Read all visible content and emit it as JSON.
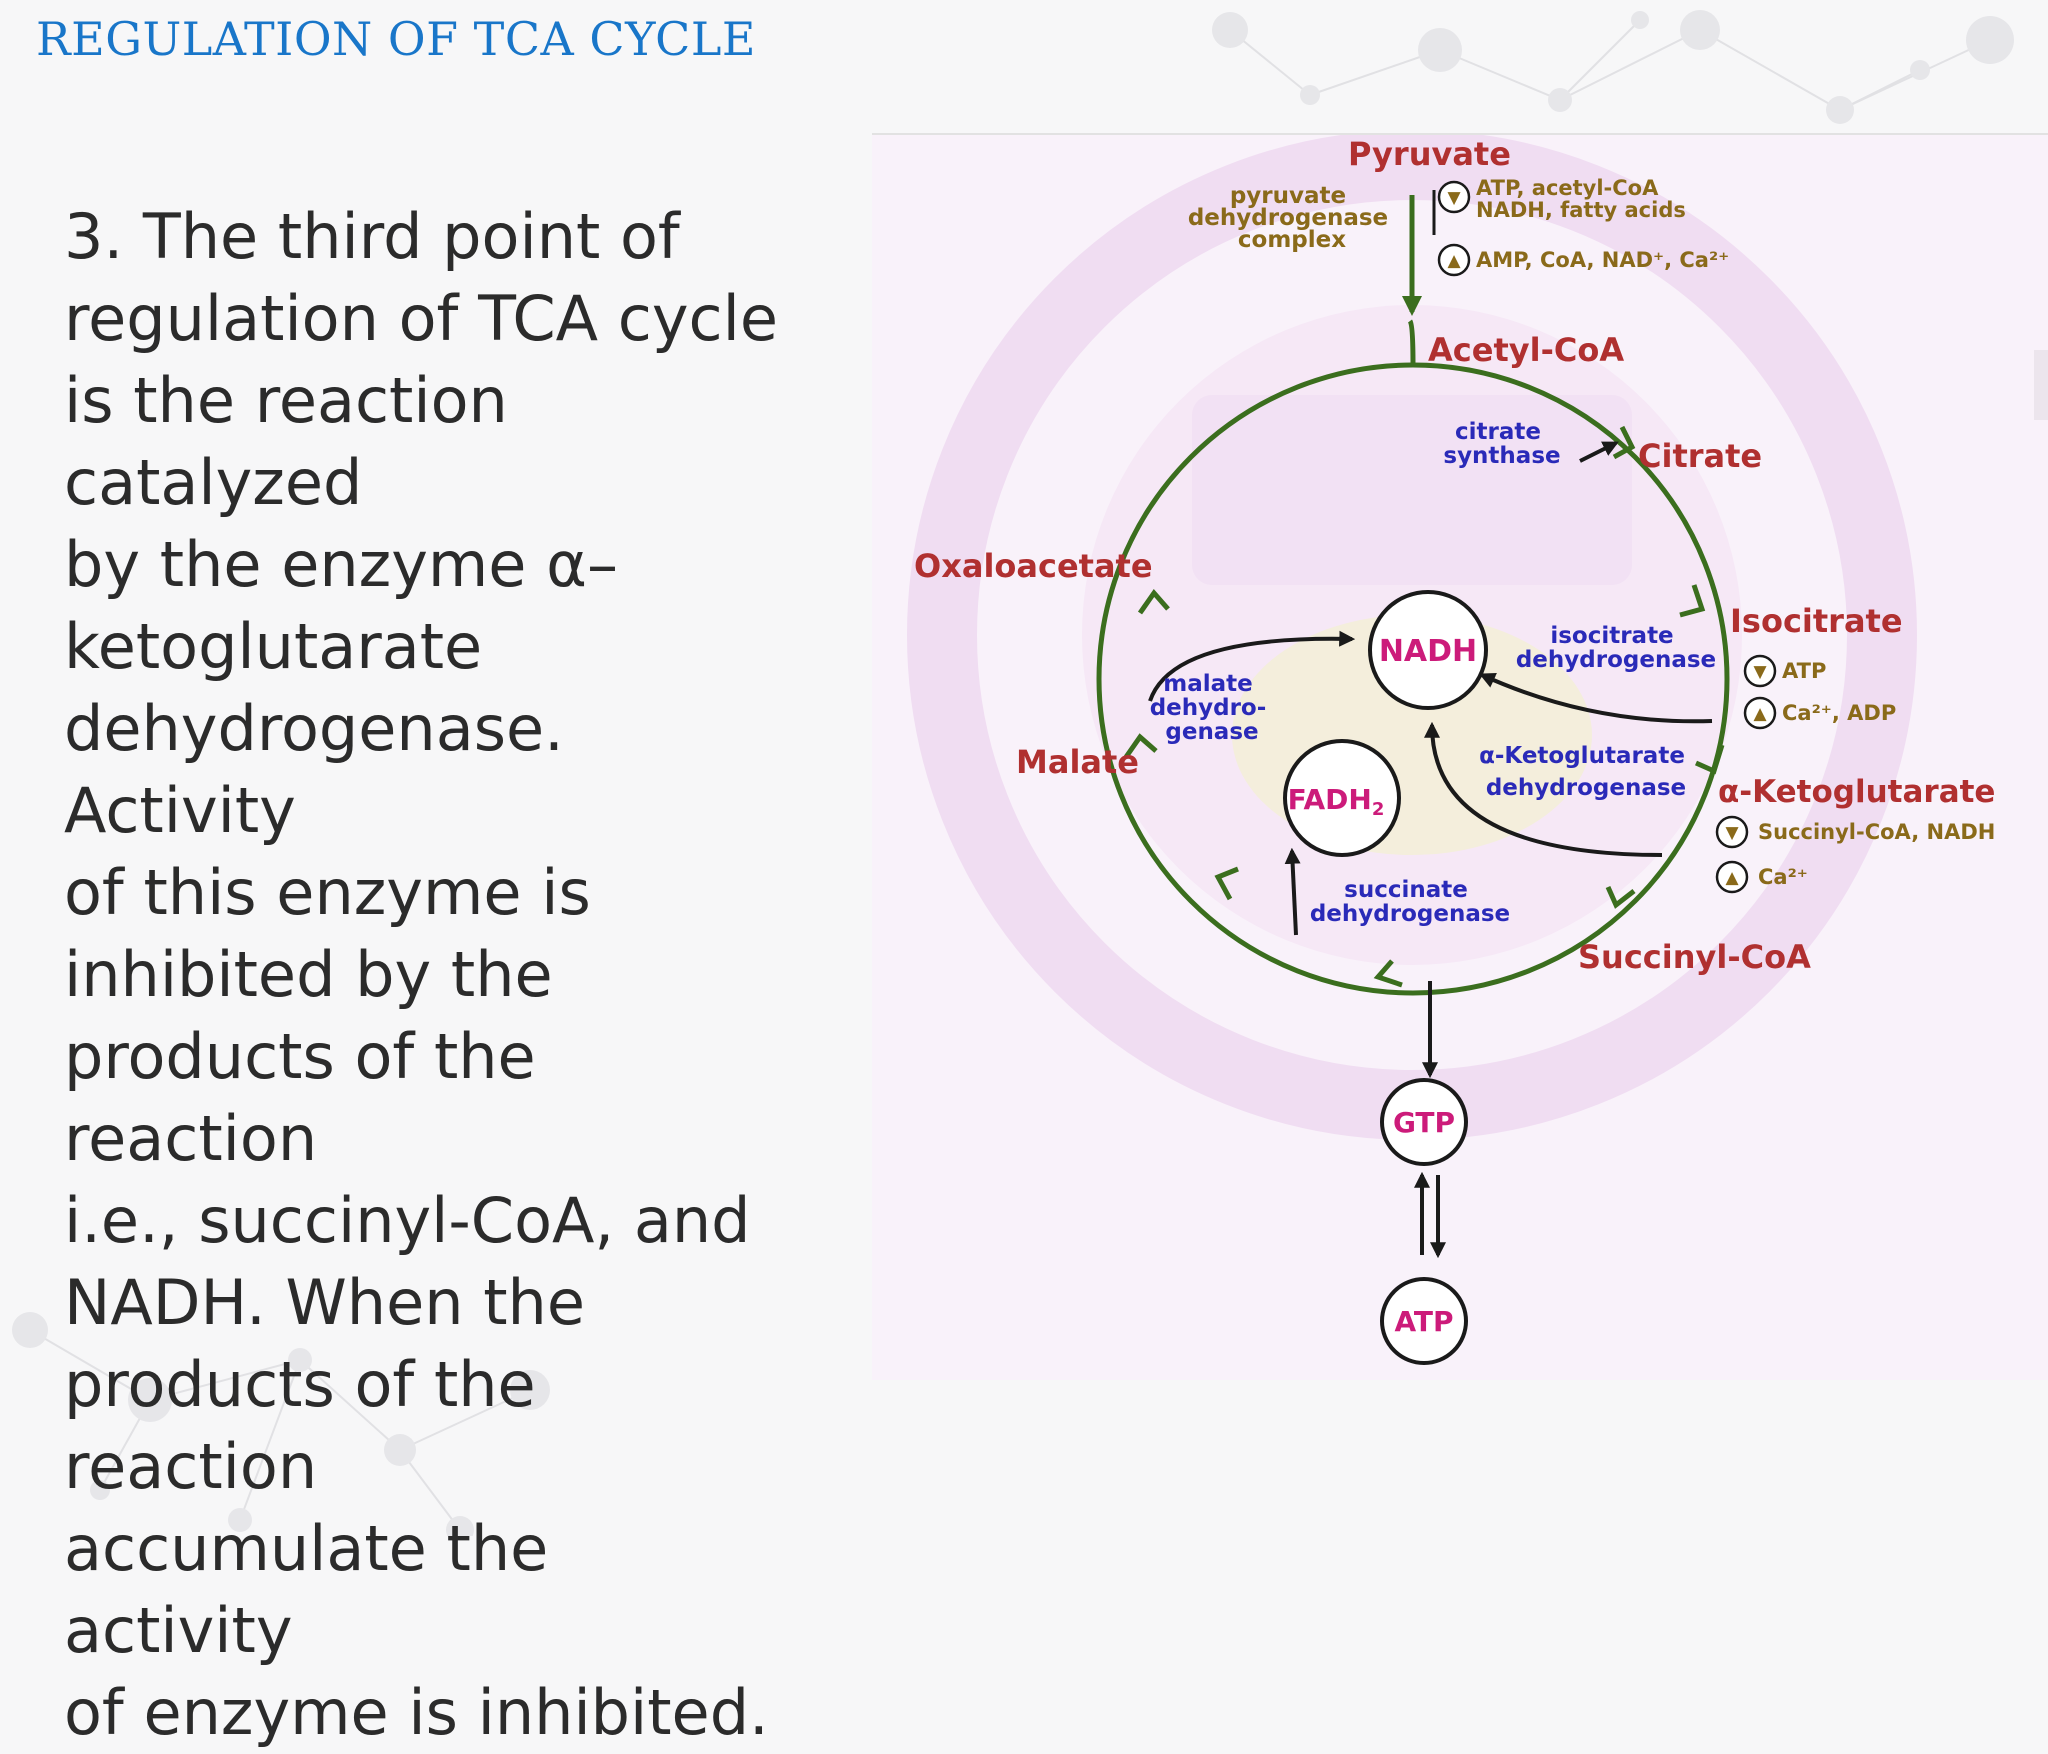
{
  "slide": {
    "title": "REGULATION OF TCA CYCLE",
    "body_lines": [
      "3. The third point of",
      "regulation of TCA cycle",
      "is the reaction catalyzed",
      "by the enzyme α–",
      "ketoglutarate",
      "dehydrogenase. Activity",
      "of this enzyme is",
      "inhibited by the",
      "products of the reaction",
      "i.e., succinyl-CoA, and",
      "NADH. When the",
      "products of the reaction",
      "accumulate the activity",
      "of enzyme is inhibited."
    ]
  },
  "diagram": {
    "metabolites": {
      "pyruvate": "Pyruvate",
      "acetyl_coa": "Acetyl-CoA",
      "citrate": "Citrate",
      "isocitrate": "Isocitrate",
      "alpha_ketoglutarate": "α-Ketoglutarate",
      "succinyl_coa": "Succinyl-CoA",
      "malate": "Malate",
      "oxaloacetate": "Oxaloacetate"
    },
    "enzymes": {
      "pdh": [
        "pyruvate",
        "dehydrogenase",
        "complex"
      ],
      "citrate_synthase": [
        "citrate",
        "synthase"
      ],
      "isocitrate_dh": [
        "isocitrate",
        "dehydrogenase"
      ],
      "akg_dh": [
        "α-Ketoglutarate",
        "dehydrogenase"
      ],
      "succinate_dh": [
        "succinate",
        "dehydrogenase"
      ],
      "malate_dh": [
        "malate",
        "dehydro-",
        "genase"
      ]
    },
    "cofactors": {
      "nadh": "NADH",
      "fadh2": "FADH",
      "fadh2_sub": "2",
      "gtp": "GTP",
      "atp": "ATP"
    },
    "regulators": {
      "pdh_inhibitors": [
        "ATP, acetyl-CoA",
        "NADH, fatty acids"
      ],
      "pdh_activators": "AMP, CoA, NAD⁺, Ca²⁺",
      "icdh_inhibitors": "ATP",
      "icdh_activators": "Ca²⁺, ADP",
      "akgdh_inhibitors": "Succinyl-CoA, NADH",
      "akgdh_activators": "Ca²⁺"
    },
    "symbols": {
      "inhibit": "▼",
      "activate": "▲"
    },
    "colors": {
      "cycle": "#3b6e1e",
      "metabolite": "#b03030",
      "enzyme": "#2a2ab8",
      "cofactor": "#cc1b7a",
      "regulator": "#8a6a1a",
      "watermark": "#ecc9ee"
    }
  }
}
